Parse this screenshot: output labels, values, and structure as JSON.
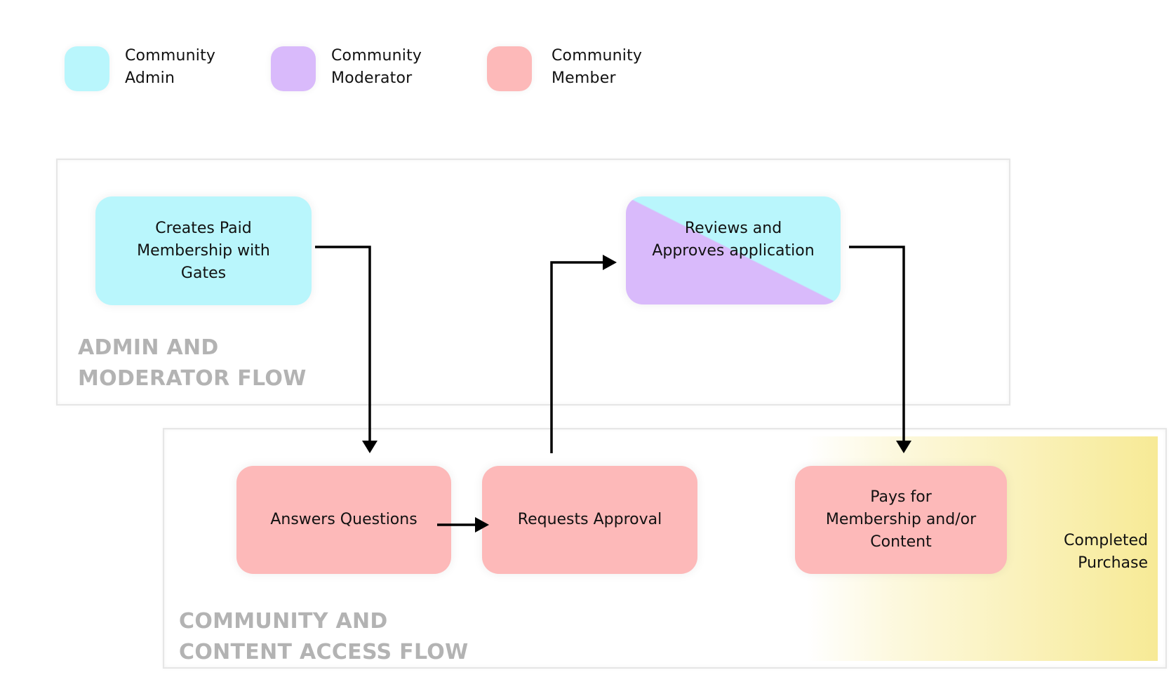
{
  "legend": [
    {
      "label": "Community\nAdmin",
      "role": "admin",
      "color": "#b9f6fc"
    },
    {
      "label": "Community\nModerator",
      "role": "moderator",
      "color": "#d9bafb"
    },
    {
      "label": "Community\nMember",
      "role": "member",
      "color": "#fdb9b9"
    }
  ],
  "sections": {
    "admin_flow": {
      "label": "ADMIN AND\nMODERATOR FLOW"
    },
    "community_flow": {
      "label": "COMMUNITY AND\nCONTENT ACCESS FLOW"
    }
  },
  "nodes": {
    "creates_membership": {
      "label": "Creates Paid\nMembership with\nGates",
      "roles": [
        "admin"
      ]
    },
    "reviews_approves": {
      "label": "Reviews and\nApproves application",
      "roles": [
        "admin",
        "moderator"
      ]
    },
    "answers_questions": {
      "label": "Answers Questions",
      "roles": [
        "member"
      ]
    },
    "requests_approval": {
      "label": "Requests Approval",
      "roles": [
        "member"
      ]
    },
    "pays_membership": {
      "label": "Pays for\nMembership and/or\nContent",
      "roles": [
        "member"
      ]
    }
  },
  "end_state": {
    "label": "Completed\nPurchase",
    "color": "#f7ea96"
  },
  "edges": [
    {
      "from": "creates_membership",
      "to": "answers_questions"
    },
    {
      "from": "answers_questions",
      "to": "requests_approval"
    },
    {
      "from": "requests_approval",
      "to": "reviews_approves"
    },
    {
      "from": "reviews_approves",
      "to": "pays_membership"
    }
  ],
  "colors": {
    "admin": "#b9f6fc",
    "moderator": "#d9bafb",
    "member": "#fdb9b9",
    "section_label": "#b3b3b3",
    "connector": "#000000"
  }
}
